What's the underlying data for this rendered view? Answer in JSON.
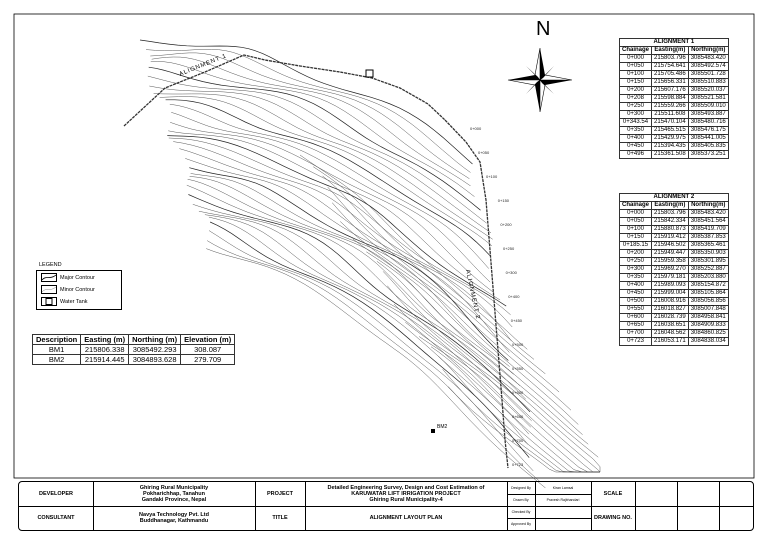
{
  "north_label": "N",
  "alignment_labels": {
    "a1": "ALIGNMENT 1",
    "a2": "ALIGNMENT 2"
  },
  "bm_labels": {
    "bm2": "BM2"
  },
  "chainage_labels": [
    "0+000",
    "0+050",
    "0+100",
    "0+150",
    "0+200",
    "0+250",
    "0+300",
    "0+400",
    "0+450",
    "0+500",
    "0+550",
    "0+600",
    "0+650",
    "0+700",
    "0+723"
  ],
  "legend": {
    "title": "LEGEND",
    "items": [
      {
        "label": "Major Contour",
        "icon": "major-contour-line"
      },
      {
        "label": "Minor Contour",
        "icon": "minor-contour-line"
      },
      {
        "label": "Water Tank",
        "icon": "water-tank-square"
      }
    ]
  },
  "bm_table": {
    "headers": [
      "Description",
      "Easting (m)",
      "Northing (m)",
      "Elevation (m)"
    ],
    "rows": [
      [
        "BM1",
        "215806.338",
        "3085492.293",
        "308.087"
      ],
      [
        "BM2",
        "215914.445",
        "3084893.628",
        "279.709"
      ]
    ]
  },
  "alignment1": {
    "title": "ALIGNMENT 1",
    "headers": [
      "Chainage",
      "Easting(m)",
      "Northing(m)"
    ],
    "rows": [
      [
        "0+000",
        "215803.796",
        "3085483.420"
      ],
      [
        "0+050",
        "215754.641",
        "3085492.574"
      ],
      [
        "0+100",
        "215705.486",
        "3085501.728"
      ],
      [
        "0+150",
        "215656.331",
        "3085510.883"
      ],
      [
        "0+200",
        "215607.176",
        "3085520.037"
      ],
      [
        "0+208",
        "215598.884",
        "3085521.581"
      ],
      [
        "0+250",
        "215559.266",
        "3085509.010"
      ],
      [
        "0+300",
        "215511.608",
        "3085493.887"
      ],
      [
        "0+343.54",
        "215470.104",
        "3085480.716"
      ],
      [
        "0+350",
        "215465.515",
        "3085476.175"
      ],
      [
        "0+400",
        "215429.975",
        "3085441.005"
      ],
      [
        "0+450",
        "215394.435",
        "3085405.835"
      ],
      [
        "0+496",
        "215361.508",
        "3085373.251"
      ]
    ]
  },
  "alignment2": {
    "title": "ALIGNMENT 2",
    "headers": [
      "Chainage",
      "Easting(m)",
      "Northing(m)"
    ],
    "rows": [
      [
        "0+000",
        "215803.796",
        "3085483.420"
      ],
      [
        "0+050",
        "215842.334",
        "3085451.564"
      ],
      [
        "0+100",
        "215880.873",
        "3085419.709"
      ],
      [
        "0+150",
        "215919.412",
        "3085387.853"
      ],
      [
        "0+185.15",
        "215946.502",
        "3085365.461"
      ],
      [
        "0+200",
        "215949.447",
        "3085350.903"
      ],
      [
        "0+250",
        "215959.358",
        "3085301.895"
      ],
      [
        "0+300",
        "215969.270",
        "3085252.887"
      ],
      [
        "0+350",
        "215979.181",
        "3085203.880"
      ],
      [
        "0+400",
        "215989.093",
        "3085154.872"
      ],
      [
        "0+450",
        "215999.004",
        "3085105.864"
      ],
      [
        "0+500",
        "216008.916",
        "3085056.856"
      ],
      [
        "0+550",
        "216018.827",
        "3085007.848"
      ],
      [
        "0+600",
        "216028.739",
        "3084958.841"
      ],
      [
        "0+650",
        "216038.651",
        "3084909.833"
      ],
      [
        "0+700",
        "216048.562",
        "3084860.825"
      ],
      [
        "0+723",
        "216053.171",
        "3084838.034"
      ]
    ]
  },
  "title_block": {
    "developer_label": "DEVELOPER",
    "consultant_label": "CONSULTANT",
    "developer": [
      "Ghiring Rural Municipality",
      "Pokharichhap, Tanahun",
      "Gandaki Province, Nepal"
    ],
    "consultant": [
      "Navya Technology Pvt. Ltd",
      "Buddhanagar, Kathmandu"
    ],
    "project_label": "PROJECT",
    "title_label": "TITLE",
    "project": [
      "Detailed Engineering Survey, Design and Cost Estimation of",
      "KARUWATAR LIFT IRRIGATION PROJECT",
      "Ghiring Rural Municipality-4"
    ],
    "title": "ALIGNMENT LAYOUT PLAN",
    "designed_by_label": "Designed By",
    "designed_by": "Kiran Lamsal",
    "drawn_by_label": "Drawn By",
    "drawn_by": "Pravesh Rajbhandari",
    "checked_by_label": "Checked By",
    "approved_by_label": "Approved By",
    "scale_label": "SCALE",
    "drawing_no_label": "DRAWING NO."
  }
}
